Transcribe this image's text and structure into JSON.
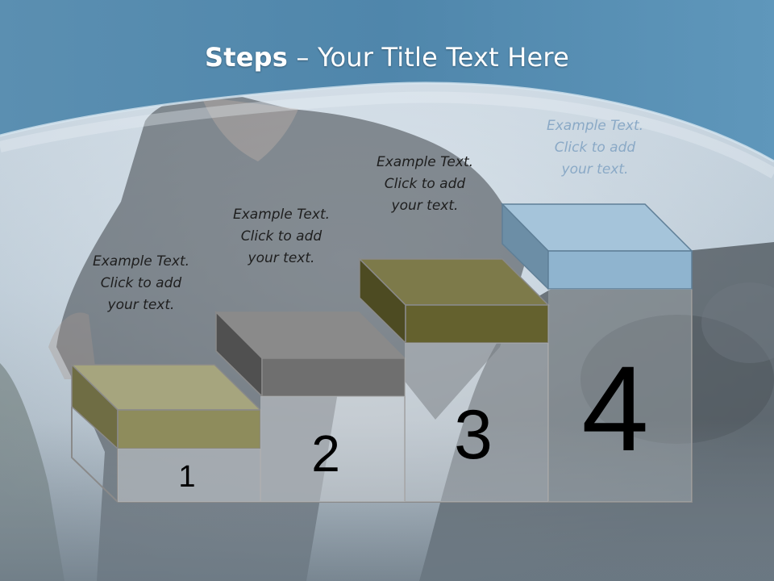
{
  "title": {
    "bold": "Steps",
    "rest": " – Your Title Text Here"
  },
  "colors": {
    "step1": "#8e8c5c",
    "step2": "#6f6f6f",
    "step3": "#64612e",
    "step4": "#8fb4cf",
    "outline": "#8a8a8a"
  },
  "steps": [
    {
      "number": "1",
      "text": [
        "Example Text.",
        "Click  to add",
        "your text."
      ]
    },
    {
      "number": "2",
      "text": [
        "Example Text.",
        "Click  to add",
        "your text."
      ]
    },
    {
      "number": "3",
      "text": [
        "Example Text.",
        "Click  to add",
        "your text."
      ]
    },
    {
      "number": "4",
      "text": [
        "Example Text.",
        "Click  to add",
        "your text."
      ]
    }
  ]
}
